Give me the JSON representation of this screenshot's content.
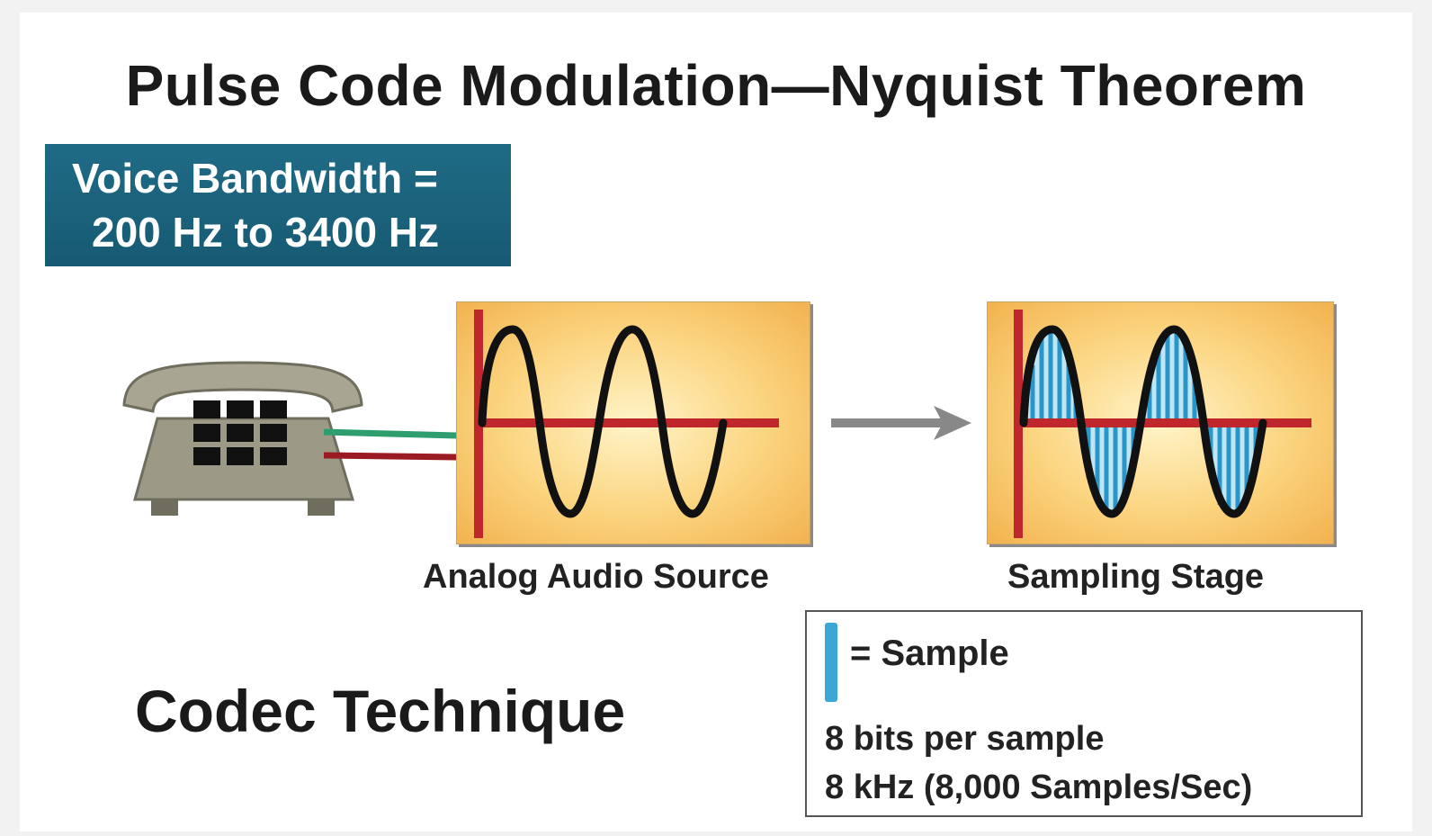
{
  "title": "Pulse Code Modulation—Nyquist Theorem",
  "bandwidth_box": {
    "line1": "Voice Bandwidth =",
    "line2": "200 Hz to 3400 Hz"
  },
  "analog_caption": "Analog Audio Source",
  "sampling_caption": "Sampling Stage",
  "codec_label": "Codec Technique",
  "legend": {
    "sample_label": "= Sample",
    "bits_line": "8 bits per sample",
    "rate_line": "8 kHz (8,000 Samples/Sec)"
  },
  "colors": {
    "title_box": "#1f6b86",
    "axis": "#c0272d",
    "wave": "#111111",
    "sample": "#3aa7d6",
    "arrow": "#888888"
  },
  "icons": [
    "telephone-icon",
    "arrow-right-icon"
  ]
}
